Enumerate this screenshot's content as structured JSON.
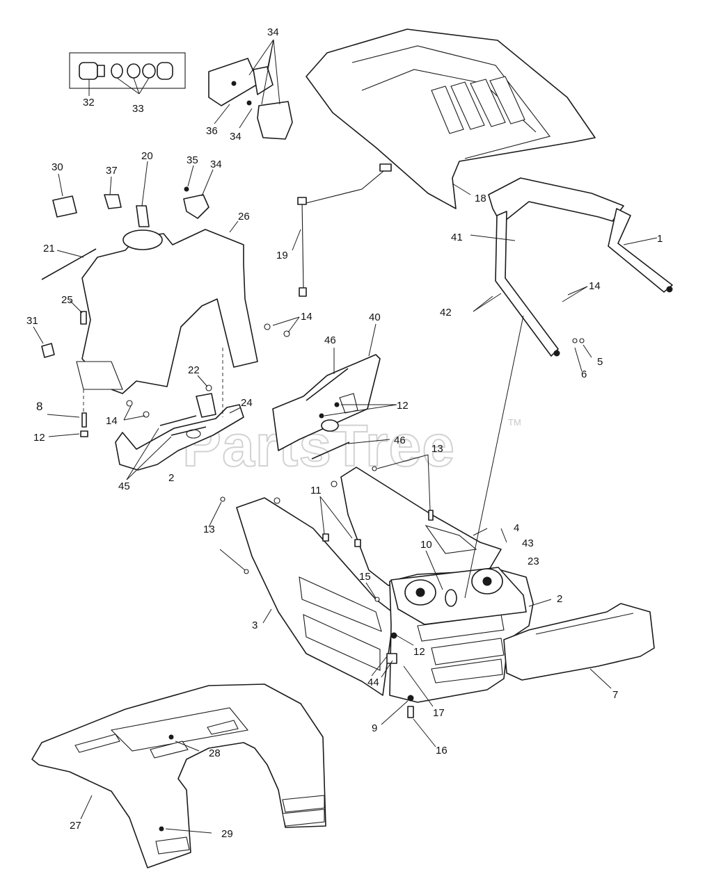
{
  "watermark": {
    "text": "PartsTree",
    "trademark": "TM"
  },
  "callouts": [
    {
      "id": "c34a",
      "label": "34"
    },
    {
      "id": "c32",
      "label": "32"
    },
    {
      "id": "c33",
      "label": "33"
    },
    {
      "id": "c36",
      "label": "36"
    },
    {
      "id": "c34b",
      "label": "34"
    },
    {
      "id": "c18",
      "label": "18"
    },
    {
      "id": "c30",
      "label": "30"
    },
    {
      "id": "c37",
      "label": "37"
    },
    {
      "id": "c20",
      "label": "20"
    },
    {
      "id": "c35",
      "label": "35"
    },
    {
      "id": "c34c",
      "label": "34"
    },
    {
      "id": "c26",
      "label": "26"
    },
    {
      "id": "c19",
      "label": "19"
    },
    {
      "id": "c41",
      "label": "41"
    },
    {
      "id": "c1",
      "label": "1"
    },
    {
      "id": "c21",
      "label": "21"
    },
    {
      "id": "c25",
      "label": "25"
    },
    {
      "id": "c14a",
      "label": "14"
    },
    {
      "id": "c14b",
      "label": "14"
    },
    {
      "id": "c42",
      "label": "42"
    },
    {
      "id": "c31",
      "label": "31"
    },
    {
      "id": "c40",
      "label": "40"
    },
    {
      "id": "c46a",
      "label": "46"
    },
    {
      "id": "c5",
      "label": "5"
    },
    {
      "id": "c6",
      "label": "6"
    },
    {
      "id": "c22",
      "label": "22"
    },
    {
      "id": "c24",
      "label": "24"
    },
    {
      "id": "c8",
      "label": "8"
    },
    {
      "id": "c12a",
      "label": "12"
    },
    {
      "id": "c12b",
      "label": "12"
    },
    {
      "id": "c14c",
      "label": "14"
    },
    {
      "id": "c46b",
      "label": "46"
    },
    {
      "id": "c13a",
      "label": "13"
    },
    {
      "id": "c2a",
      "label": "2"
    },
    {
      "id": "c45",
      "label": "45"
    },
    {
      "id": "c11",
      "label": "11"
    },
    {
      "id": "c4",
      "label": "4"
    },
    {
      "id": "c43",
      "label": "43"
    },
    {
      "id": "c13b",
      "label": "13"
    },
    {
      "id": "c10",
      "label": "10"
    },
    {
      "id": "c23",
      "label": "23"
    },
    {
      "id": "c15",
      "label": "15"
    },
    {
      "id": "c2b",
      "label": "2"
    },
    {
      "id": "c3",
      "label": "3"
    },
    {
      "id": "c12c",
      "label": "12"
    },
    {
      "id": "c7",
      "label": "7"
    },
    {
      "id": "c44",
      "label": "44"
    },
    {
      "id": "c17",
      "label": "17"
    },
    {
      "id": "c9",
      "label": "9"
    },
    {
      "id": "c16",
      "label": "16"
    },
    {
      "id": "c28",
      "label": "28"
    },
    {
      "id": "c27",
      "label": "27"
    },
    {
      "id": "c29",
      "label": "29"
    }
  ],
  "colors": {
    "ink": "#1a1a1a",
    "paper": "#ffffff",
    "watermark": "#d2d2d2"
  }
}
